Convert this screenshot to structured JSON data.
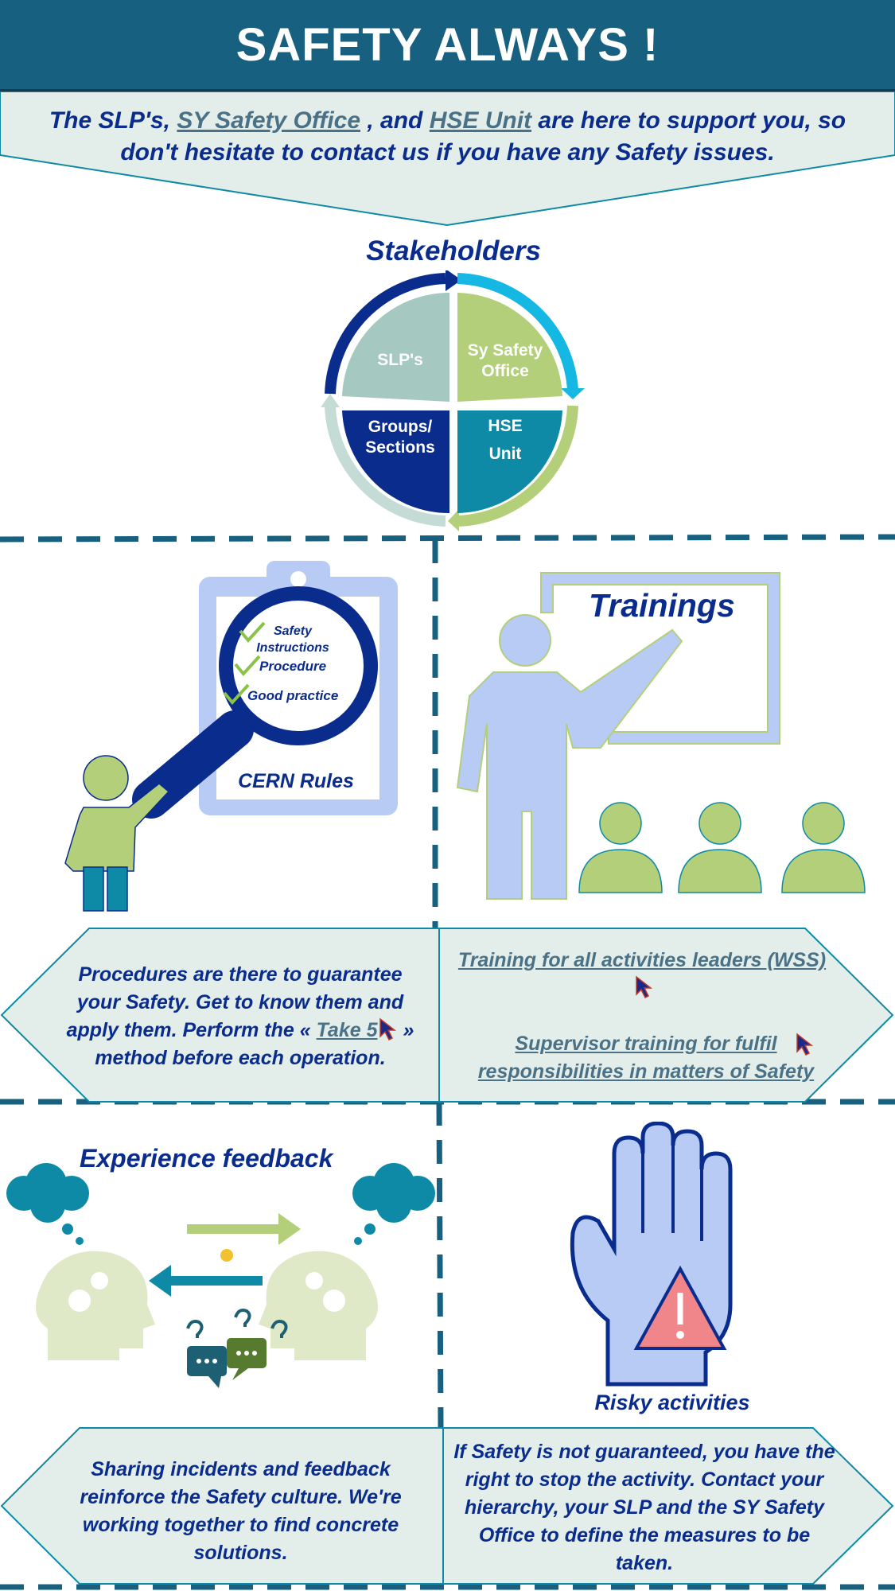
{
  "header": {
    "title": "SAFETY ALWAYS !"
  },
  "intro": {
    "part1": "The SLP's, ",
    "link_sy": " SY Safety Office",
    "part2": " , and ",
    "link_hse": "HSE Unit",
    "part3": " are here to support you, so don't hesitate to contact us if you have any Safety issues."
  },
  "stakeholders": {
    "title": "Stakeholders",
    "slp": "SLP's",
    "sy_line1": "Sy Safety",
    "sy_line2": "Office",
    "groups_line1": "Groups/",
    "groups_line2": "Sections",
    "hse_line1": "HSE",
    "hse_line2": "Unit"
  },
  "rules": {
    "item1_line1": "Safety",
    "item1_line2": "Instructions",
    "item2": "Procedure",
    "item3": "Good practice",
    "board_label": "CERN Rules",
    "text1": "Procedures are there to guarantee your Safety. Get to know them and apply them. Perform the « ",
    "take5_link": "Take 5",
    "text2": " » method before each operation."
  },
  "trainings": {
    "title": "Trainings",
    "link1": "Training for all activities leaders (WSS)",
    "link2": "Supervisor training for fulfil responsibilities in matters of Safety"
  },
  "feedback": {
    "title": "Experience feedback",
    "text": "Sharing incidents and feedback reinforce the Safety culture. We're working together to find concrete solutions."
  },
  "risky": {
    "title": "Risky activities",
    "text": "If Safety is not guaranteed, you have the right to stop the activity. Contact your hierarchy, your SLP and the SY Safety Office to define the measures to be taken."
  },
  "colors": {
    "header_bg": "#17607f",
    "text_blue": "#0a2c8c",
    "link_gray": "#4a7186",
    "light_panel": "#e3eeea",
    "green": "#b3cf7a",
    "light_blue": "#b7cbf5",
    "teal": "#0e8aa6",
    "dash": "#17607f"
  }
}
